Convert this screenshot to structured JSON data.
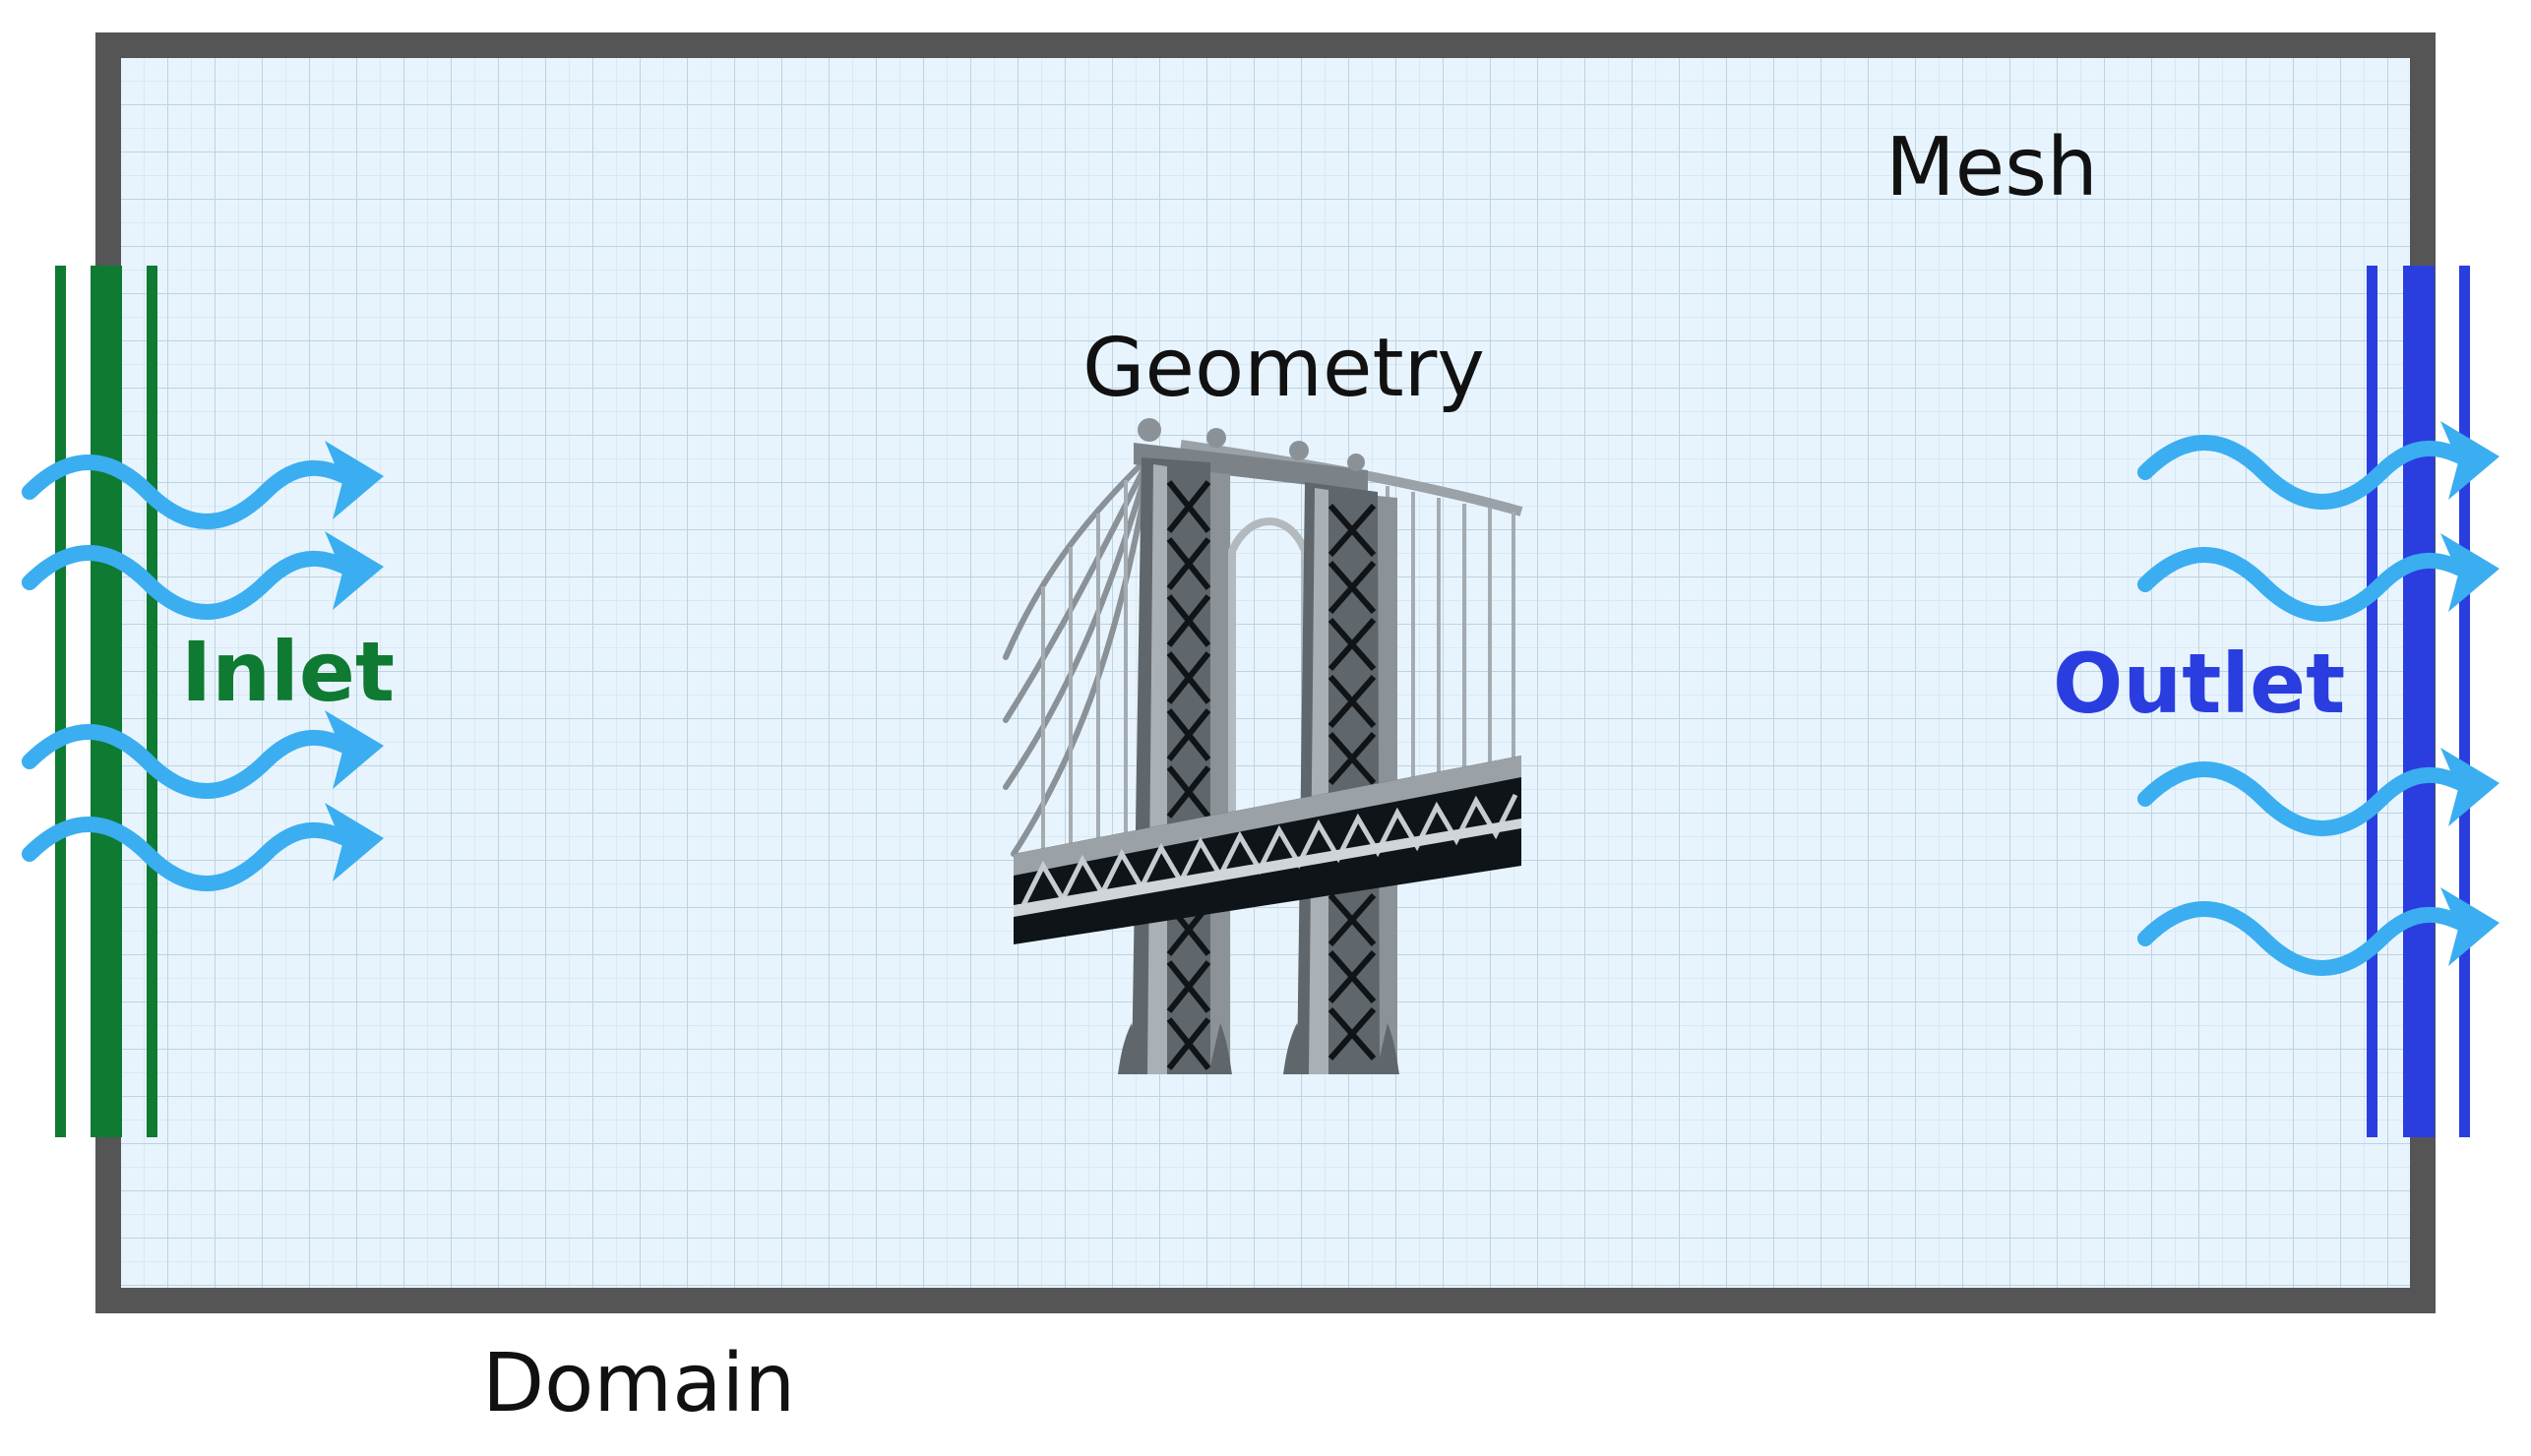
{
  "labels": {
    "mesh": "Mesh",
    "geometry": "Geometry",
    "inlet": "Inlet",
    "outlet": "Outlet",
    "domain": "Domain"
  },
  "colors": {
    "domain_border": "#555555",
    "mesh_fill": "#e8f4fd",
    "mesh_grid": "#c5dbe8",
    "inlet": "#0f7a32",
    "outlet": "#2a3ee0",
    "flow": "#3aaef0",
    "bridge_light": "#9aa1a7",
    "bridge_mid": "#6c7379",
    "bridge_dark": "#0f1418"
  },
  "icons": {
    "geometry": "bridge-icon",
    "flow": "flow-arrow-icon"
  }
}
